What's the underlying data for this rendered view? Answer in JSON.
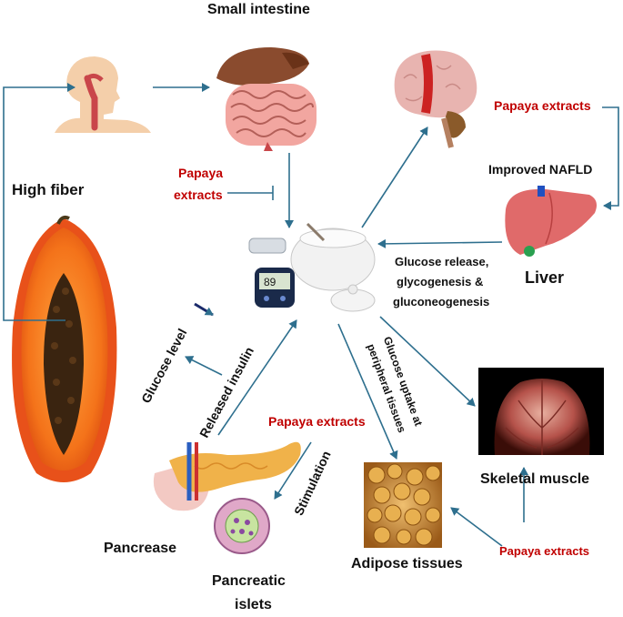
{
  "labels": {
    "small_intestine": "Small intestine",
    "high_fiber": "High fiber",
    "papaya_extracts_intestine_1": "Papaya",
    "papaya_extracts_intestine_2": "extracts",
    "papaya_extracts_liver": "Papaya extracts",
    "improved_nafld": "Improved NAFLD",
    "liver": "Liver",
    "glucose_release_1": "Glucose release,",
    "glucose_release_2": "glycogenesis &",
    "glucose_release_3": "gluconeogenesis",
    "glucose_level": "Glucose level",
    "released_insulin": "Released insulin",
    "papaya_extracts_pancreas": "Papaya extracts",
    "stimulation": "Stimulation",
    "glucose_uptake_1": "Glucose uptake at",
    "glucose_uptake_2": "peripheral tissues",
    "skeletal_muscle": "Skeletal muscle",
    "pancrease": "Pancrease",
    "pancreatic_islets_1": "Pancreatic",
    "pancreatic_islets_2": "islets",
    "adipose_tissues": "Adipose tissues",
    "papaya_extracts_muscle": "Papaya extracts",
    "meter_reading": "89"
  },
  "colors": {
    "arrow": "#2e6f8e",
    "highlight_text": "#c00000",
    "papaya_skin": "#e8511a",
    "papaya_flesh": "#f57f1f",
    "seeds": "#3a2410",
    "liver": "#e06a6a",
    "brain": "#e8b4b0",
    "intestine": "#f2a6a0",
    "muscle_bg": "#000000",
    "adipose": "#d39a3a"
  },
  "icons": [
    "head-throat-icon",
    "intestine-icon",
    "brain-icon",
    "liver-icon",
    "glucometer-sugar-icon",
    "papaya-icon",
    "pancreas-icon",
    "islet-icon",
    "adipose-icon",
    "muscle-icon",
    "down-arrow-icon"
  ]
}
